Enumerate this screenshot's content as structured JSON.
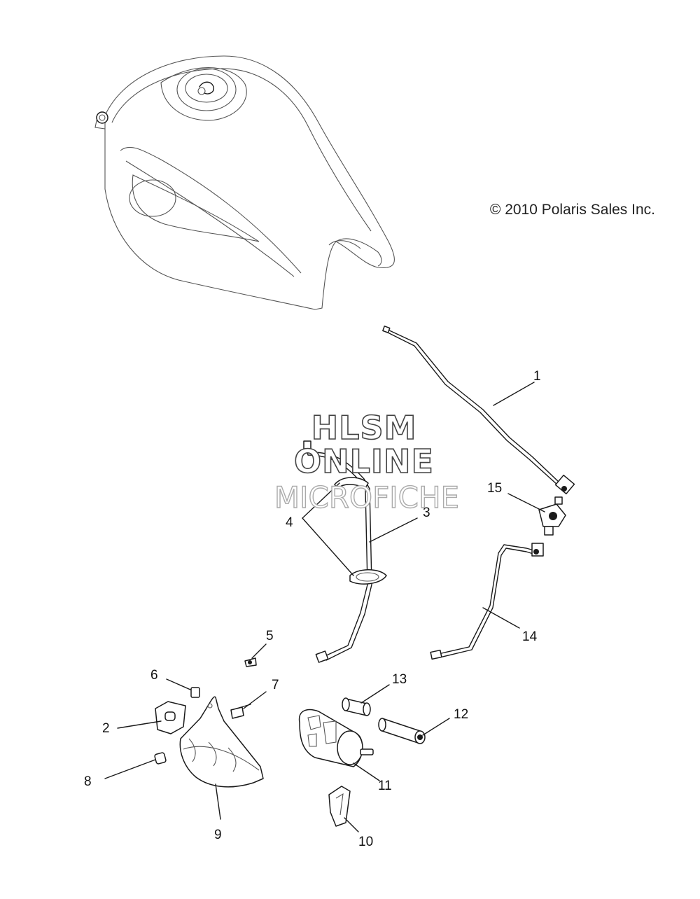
{
  "copyright": "© 2010 Polaris Sales Inc.",
  "watermark": {
    "line1": "HLSM",
    "line2": "ONLINE",
    "line3": "MICROFICHE"
  },
  "callouts": {
    "c1": "1",
    "c2": "2",
    "c3": "3",
    "c4": "4",
    "c5": "5",
    "c6": "6",
    "c7": "7",
    "c8": "8",
    "c9": "9",
    "c10": "10",
    "c11": "11",
    "c12": "12",
    "c13": "13",
    "c14": "14",
    "c15": "15"
  }
}
